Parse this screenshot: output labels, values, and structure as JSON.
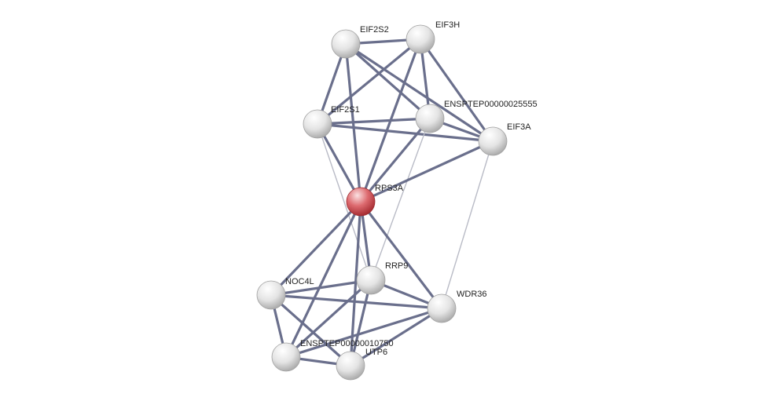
{
  "graph": {
    "nodes": [
      {
        "id": "EIF2S2",
        "label": "EIF2S2",
        "highlight": false
      },
      {
        "id": "EIF3H",
        "label": "EIF3H",
        "highlight": false
      },
      {
        "id": "EIF2S1",
        "label": "EIF2S1",
        "highlight": false
      },
      {
        "id": "ENSPTEP00000025555",
        "label": "ENSPTEP00000025555",
        "highlight": false
      },
      {
        "id": "EIF3A",
        "label": "EIF3A",
        "highlight": false
      },
      {
        "id": "RPS3A",
        "label": "RPS3A",
        "highlight": true
      },
      {
        "id": "RRP9",
        "label": "RRP9",
        "highlight": false
      },
      {
        "id": "NOC4L",
        "label": "NOC4L",
        "highlight": false
      },
      {
        "id": "WDR36",
        "label": "WDR36",
        "highlight": false
      },
      {
        "id": "ENSPTEP00000010750",
        "label": "ENSPTEP00000010750",
        "highlight": false
      },
      {
        "id": "UTP6",
        "label": "UTP6",
        "highlight": false
      }
    ],
    "edges": [
      {
        "source": "EIF2S2",
        "target": "EIF3H",
        "kind": "strong"
      },
      {
        "source": "EIF2S2",
        "target": "EIF2S1",
        "kind": "strong"
      },
      {
        "source": "EIF2S2",
        "target": "ENSPTEP00000025555",
        "kind": "strong"
      },
      {
        "source": "EIF2S2",
        "target": "EIF3A",
        "kind": "strong"
      },
      {
        "source": "EIF2S2",
        "target": "RPS3A",
        "kind": "strong"
      },
      {
        "source": "EIF3H",
        "target": "EIF2S1",
        "kind": "strong"
      },
      {
        "source": "EIF3H",
        "target": "ENSPTEP00000025555",
        "kind": "strong"
      },
      {
        "source": "EIF3H",
        "target": "EIF3A",
        "kind": "strong"
      },
      {
        "source": "EIF3H",
        "target": "RPS3A",
        "kind": "strong"
      },
      {
        "source": "EIF2S1",
        "target": "ENSPTEP00000025555",
        "kind": "strong"
      },
      {
        "source": "EIF2S1",
        "target": "EIF3A",
        "kind": "strong"
      },
      {
        "source": "EIF2S1",
        "target": "RPS3A",
        "kind": "strong"
      },
      {
        "source": "EIF2S1",
        "target": "RRP9",
        "kind": "faint"
      },
      {
        "source": "ENSPTEP00000025555",
        "target": "EIF3A",
        "kind": "strong"
      },
      {
        "source": "ENSPTEP00000025555",
        "target": "RPS3A",
        "kind": "strong"
      },
      {
        "source": "ENSPTEP00000025555",
        "target": "RRP9",
        "kind": "faint"
      },
      {
        "source": "EIF3A",
        "target": "RPS3A",
        "kind": "strong"
      },
      {
        "source": "EIF3A",
        "target": "WDR36",
        "kind": "faint"
      },
      {
        "source": "RPS3A",
        "target": "RRP9",
        "kind": "strong"
      },
      {
        "source": "RPS3A",
        "target": "NOC4L",
        "kind": "strong"
      },
      {
        "source": "RPS3A",
        "target": "WDR36",
        "kind": "strong"
      },
      {
        "source": "RPS3A",
        "target": "ENSPTEP00000010750",
        "kind": "strong"
      },
      {
        "source": "RPS3A",
        "target": "UTP6",
        "kind": "strong"
      },
      {
        "source": "RRP9",
        "target": "NOC4L",
        "kind": "strong"
      },
      {
        "source": "RRP9",
        "target": "WDR36",
        "kind": "strong"
      },
      {
        "source": "RRP9",
        "target": "ENSPTEP00000010750",
        "kind": "strong"
      },
      {
        "source": "RRP9",
        "target": "UTP6",
        "kind": "strong"
      },
      {
        "source": "NOC4L",
        "target": "WDR36",
        "kind": "strong"
      },
      {
        "source": "NOC4L",
        "target": "ENSPTEP00000010750",
        "kind": "strong"
      },
      {
        "source": "NOC4L",
        "target": "UTP6",
        "kind": "strong"
      },
      {
        "source": "WDR36",
        "target": "ENSPTEP00000010750",
        "kind": "strong"
      },
      {
        "source": "WDR36",
        "target": "UTP6",
        "kind": "strong"
      },
      {
        "source": "ENSPTEP00000010750",
        "target": "UTP6",
        "kind": "strong"
      }
    ],
    "colors": {
      "edge_strong": "#6a6f8c",
      "edge_faint": "#b9bbc6",
      "node": "#e6e6e6",
      "node_highlight": "#d9575c"
    }
  }
}
